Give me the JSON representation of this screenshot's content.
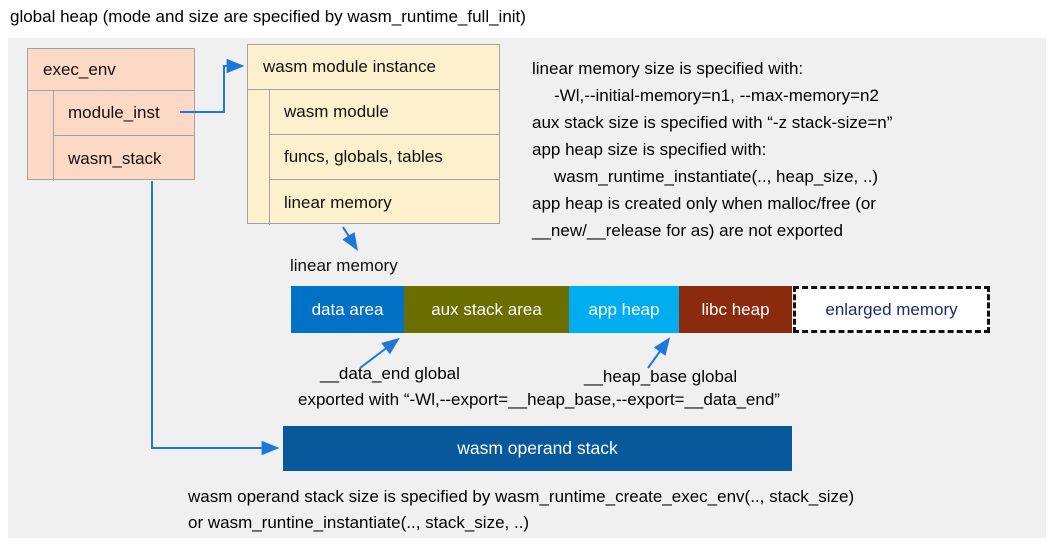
{
  "title": "global heap (mode and size are specified by wasm_runtime_full_init)",
  "colors": {
    "panel_bg": "#f0f0f0",
    "exec_env_fill": "#fbd9c5",
    "module_instance_fill": "#fdf0cc",
    "connector_blue": "#1f78d8",
    "operand_stack_fill": "#07599c",
    "enlarged_memory_text": "#1a2d6b"
  },
  "exec_env_box": {
    "title": "exec_env",
    "rows": [
      "module_inst",
      "wasm_stack"
    ]
  },
  "module_instance_box": {
    "title": "wasm module instance",
    "rows": [
      "wasm module",
      "funcs, globals, tables",
      "linear memory"
    ]
  },
  "notes": {
    "lines": [
      "linear memory size is specified with:",
      "-Wl,--initial-memory=n1, --max-memory=n2",
      "aux stack size is specified with “-z stack-size=n”",
      "app heap size is specified with:",
      "wasm_runtime_instantiate(.., heap_size, ..)",
      "app heap is created only when malloc/free (or",
      "__new/__release for as) are not exported"
    ]
  },
  "linear_memory": {
    "label": "linear memory",
    "segments": [
      {
        "label": "data area",
        "color": "#0071c5"
      },
      {
        "label": "aux stack area",
        "color": "#6b6e00"
      },
      {
        "label": "app heap",
        "color": "#00aeef"
      },
      {
        "label": "libc heap",
        "color": "#8a2b0d"
      },
      {
        "label": "enlarged memory",
        "color": "#ffffff"
      }
    ]
  },
  "annotations": {
    "data_end": "__data_end global",
    "heap_base": "__heap_base global",
    "exported": "exported with “-Wl,--export=__heap_base,--export=__data_end”"
  },
  "operand_stack": {
    "label": "wasm operand stack"
  },
  "footer": {
    "lines": [
      "wasm operand stack size is specified by wasm_runtime_create_exec_env(.., stack_size)",
      "or wasm_runtine_instantiate(.., stack_size, ..)"
    ]
  }
}
